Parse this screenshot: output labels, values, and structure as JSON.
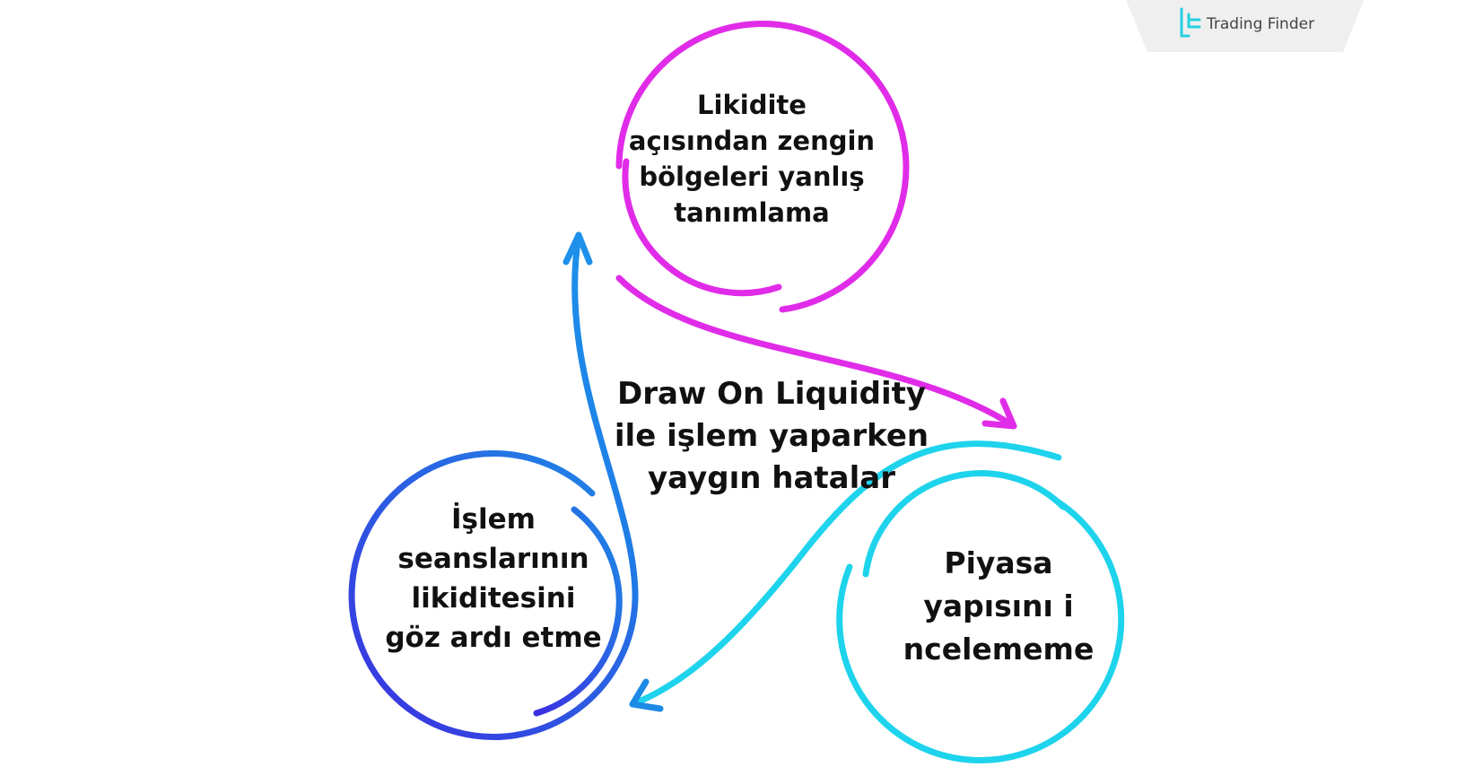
{
  "brand": {
    "name": "Trading Finder"
  },
  "center": {
    "text": "Draw On Liquidity\nile işlem yaparken\nyaygın hatalar"
  },
  "nodes": [
    {
      "id": "top",
      "text": "Likidite\naçısından zengin\nbölgeleri yanlış\ntanımlama"
    },
    {
      "id": "right",
      "text": "Piyasa\nyapısını i\nncelememe"
    },
    {
      "id": "left",
      "text": "İşlem\nseanslarının\nlikiditesini\ngöz ardı etme"
    }
  ],
  "colors": {
    "top": "#e02ce8",
    "right": "#1ed3ec",
    "left_dark": "#3b2fe0",
    "left_light": "#1d8ae6",
    "logo": "#26d0e0"
  }
}
